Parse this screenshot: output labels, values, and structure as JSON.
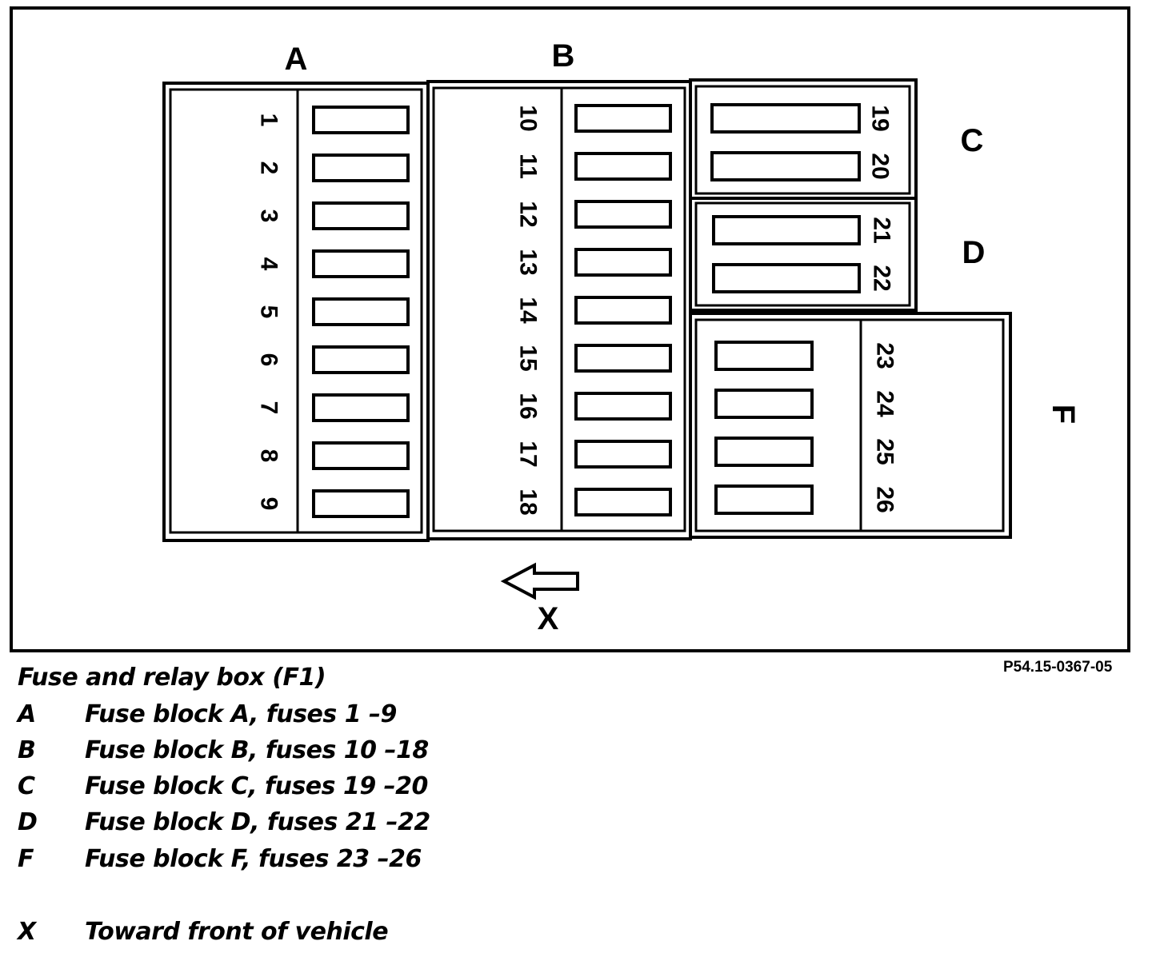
{
  "blocks": {
    "A": {
      "label": "A",
      "fuses": [
        "1",
        "2",
        "3",
        "4",
        "5",
        "6",
        "7",
        "8",
        "9"
      ]
    },
    "B": {
      "label": "B",
      "fuses": [
        "10",
        "11",
        "12",
        "13",
        "14",
        "15",
        "16",
        "17",
        "18"
      ]
    },
    "C": {
      "label": "C",
      "fuses": [
        "19",
        "20"
      ]
    },
    "D": {
      "label": "D",
      "fuses": [
        "21",
        "22"
      ]
    },
    "F": {
      "label": "F",
      "fuses": [
        "23",
        "24",
        "25",
        "26"
      ]
    }
  },
  "direction": {
    "label": "X"
  },
  "doc_code": "P54.15-0367-05",
  "caption": {
    "title": "Fuse and relay box (F1)",
    "legend": [
      {
        "key": "A",
        "text": "Fuse block A, fuses 1 –9"
      },
      {
        "key": "B",
        "text": "Fuse block B, fuses 10 –18"
      },
      {
        "key": "C",
        "text": "Fuse block C, fuses 19 –20"
      },
      {
        "key": "D",
        "text": "Fuse block D, fuses 21 –22"
      },
      {
        "key": "F",
        "text": "Fuse block F, fuses 23 –26"
      },
      {
        "key": "X",
        "text": "Toward front of vehicle"
      }
    ]
  }
}
